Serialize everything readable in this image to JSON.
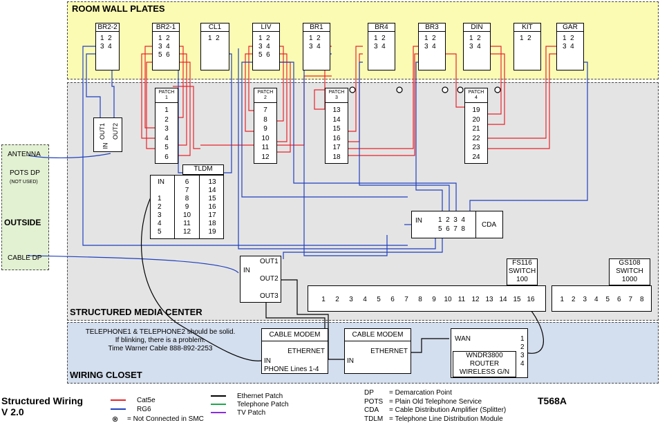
{
  "zones": {
    "wall": "ROOM WALL PLATES",
    "smc": "STRUCTURED MEDIA CENTER",
    "closet": "WIRING CLOSET",
    "outside": "OUTSIDE"
  },
  "plates": [
    {
      "name": "BR2-2",
      "ports": "1  2\n3  4"
    },
    {
      "name": "BR2-1",
      "ports": "1  2\n3  4\n5  6"
    },
    {
      "name": "CL1",
      "ports": "1  2"
    },
    {
      "name": "LIV",
      "ports": "1  2\n3  4\n5  6"
    },
    {
      "name": "BR1",
      "ports": "1  2\n3  4"
    },
    {
      "name": "BR4",
      "ports": "1  2\n3  4"
    },
    {
      "name": "BR3",
      "ports": "1  2\n3  4"
    },
    {
      "name": "DIN",
      "ports": "1  2\n3  4"
    },
    {
      "name": "KIT",
      "ports": "1  2"
    },
    {
      "name": "GAR",
      "ports": "1  2\n3  4"
    }
  ],
  "patches": [
    {
      "label": "PATCH\n1",
      "ports": "1\n2\n3\n4\n5\n6"
    },
    {
      "label": "PATCH\n2",
      "ports": "7\n8\n9\n10\n11\n12"
    },
    {
      "label": "PATCH\n3",
      "ports": "13\n14\n15\n16\n17\n18"
    },
    {
      "label": "PATCH\n4",
      "ports": "19\n20\n21\n22\n23\n24"
    }
  ],
  "splitter": {
    "out1": "OUT1",
    "out2": "OUT2",
    "in": "IN"
  },
  "tldm": {
    "title": "TLDM",
    "col1": "IN\n\n1\n2\n3\n4\n5",
    "col2": "6\n7\n8\n9\n10\n11\n12",
    "col3": "13\n14\n15\n16\n17\n18\n19"
  },
  "cda": {
    "in": "IN",
    "ports": "1  2  3  4\n5  6  7  8",
    "label": "CDA"
  },
  "amp": {
    "in": "IN",
    "out1": "OUT1",
    "out2": "OUT2",
    "out3": "OUT3"
  },
  "fs116": {
    "title": "FS116\nSWITCH\n100",
    "ports": [
      "1",
      "2",
      "3",
      "4",
      "5",
      "6",
      "7",
      "8",
      "9",
      "10",
      "11",
      "12",
      "13",
      "14",
      "15",
      "16"
    ]
  },
  "gs108": {
    "title": "GS108\nSWITCH\n1000",
    "ports": [
      "1",
      "2",
      "3",
      "4",
      "5",
      "6",
      "7",
      "8"
    ]
  },
  "outside": {
    "antenna": "ANTENNA",
    "pots": "POTS DP",
    "not_used": "(NOT USED)",
    "cable": "CABLE DP"
  },
  "note": "TELEPHONE1 & TELEPHONE2 should be solid.\nIf blinking, there is a problem.\nTime Warner Cable 888-892-2253",
  "modem1": {
    "title": "CABLE MODEM",
    "ethernet": "ETHERNET",
    "in": "IN",
    "phone": "PHONE Lines 1-4"
  },
  "modem2": {
    "title": "CABLE MODEM",
    "ethernet": "ETHERNET",
    "in": "IN"
  },
  "router": {
    "wan": "WAN",
    "ports": "1\n2\n3\n4",
    "model": "WNDR3800\nROUTER\nWIRELESS G/N"
  },
  "footer": {
    "title": "Structured Wiring\nV 2.0",
    "legend": [
      {
        "label": "Cat5e",
        "color": "#e8232a"
      },
      {
        "label": "RG6",
        "color": "#1f3fbf"
      },
      {
        "label": "Ethernet Patch",
        "color": "#000000"
      },
      {
        "label": "Telephone Patch",
        "color": "#1aa84a"
      },
      {
        "label": "TV Patch",
        "color": "#8a2be2"
      }
    ],
    "not_connected": "= Not Connected in SMC",
    "defs": [
      {
        "abbr": "DP",
        "def": "= Demarcation Point"
      },
      {
        "abbr": "POTS",
        "def": "= Plain Old Telephone Service"
      },
      {
        "abbr": "CDA",
        "def": "= Cable Distribution Amplifier (Splitter)"
      },
      {
        "abbr": "TDLM",
        "def": "= Telephone Line Distribution Module"
      }
    ],
    "standard": "T568A"
  },
  "colors": {
    "wall_bg": "#fbfbb4",
    "smc_bg": "#e4e4e4",
    "closet_bg": "#d3deee",
    "outside_bg": "#e3f1d3",
    "cat5e": "#e8232a",
    "rg6": "#1f3fbf"
  }
}
